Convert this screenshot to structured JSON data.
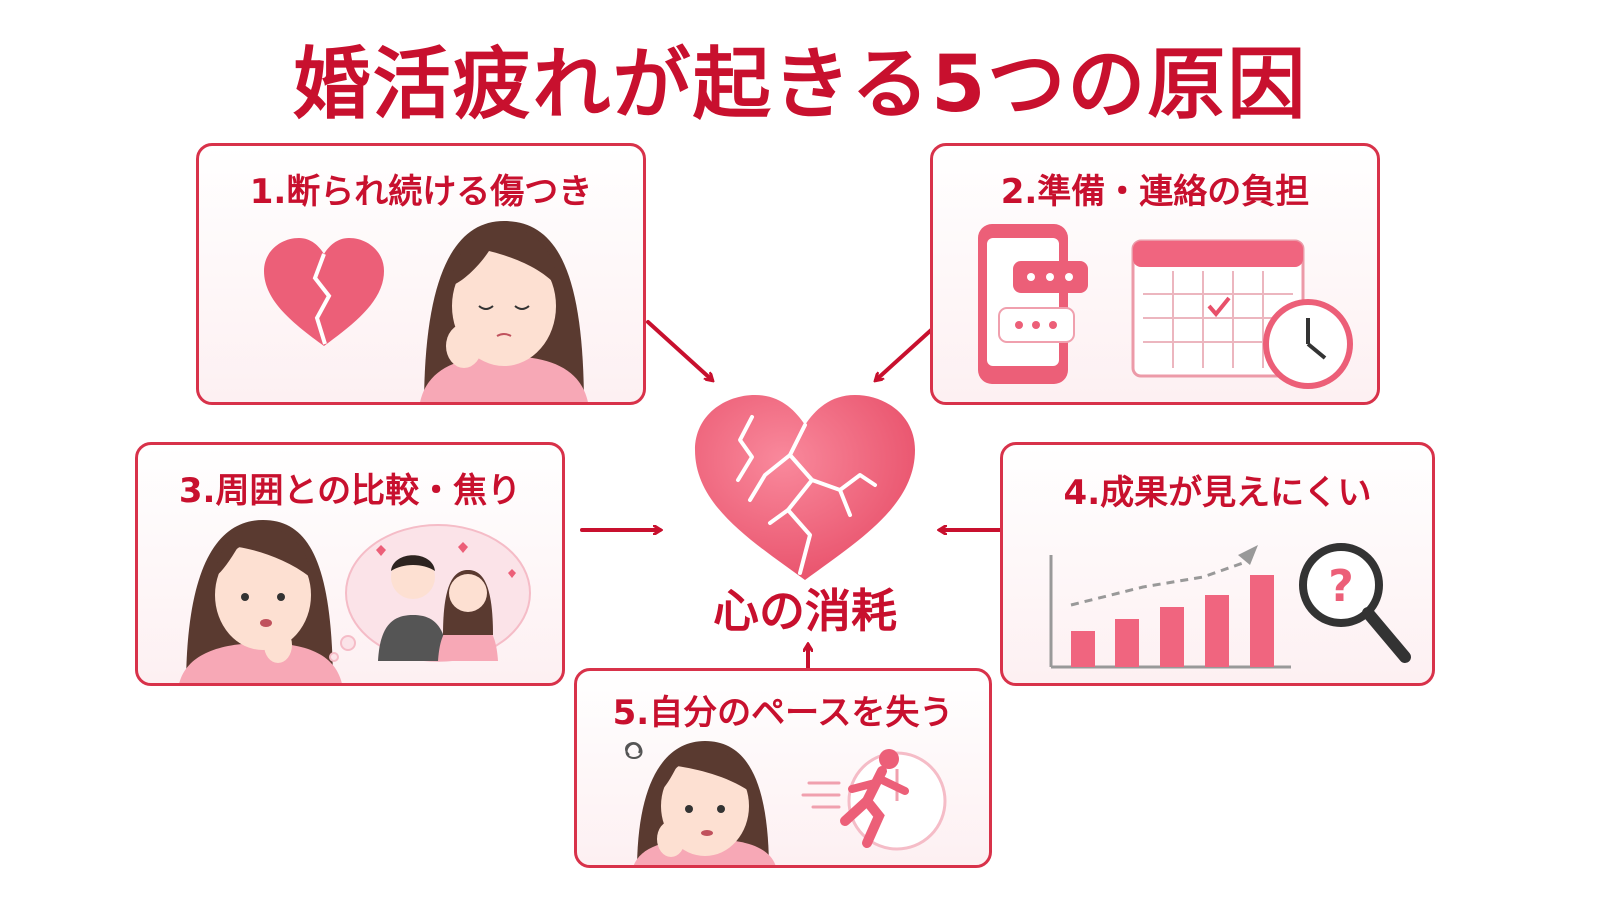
{
  "title": "婚活疲れが起きる5つの原因",
  "center": {
    "label": "心の消耗",
    "icon": "cracked-heart-icon"
  },
  "causes": [
    {
      "label": "1.断られ続ける傷つき",
      "icons": [
        "broken-heart-icon",
        "sad-woman-icon"
      ]
    },
    {
      "label": "2.準備・連絡の負担",
      "icons": [
        "smartphone-chat-icon",
        "calendar-icon",
        "clock-icon"
      ]
    },
    {
      "label": "3.周囲との比較・焦り",
      "icons": [
        "worried-woman-icon",
        "happy-couple-thought-icon"
      ]
    },
    {
      "label": "4.成果が見えにくい",
      "icons": [
        "bar-chart-icon",
        "question-magnifier-icon"
      ]
    },
    {
      "label": "5.自分のペースを失う",
      "icons": [
        "stressed-woman-icon",
        "running-clock-icon"
      ]
    }
  ],
  "colors": {
    "accent": "#c8102e",
    "border": "#d8324a",
    "pink": "#f0657f",
    "lightPink": "#f7a8b6"
  }
}
